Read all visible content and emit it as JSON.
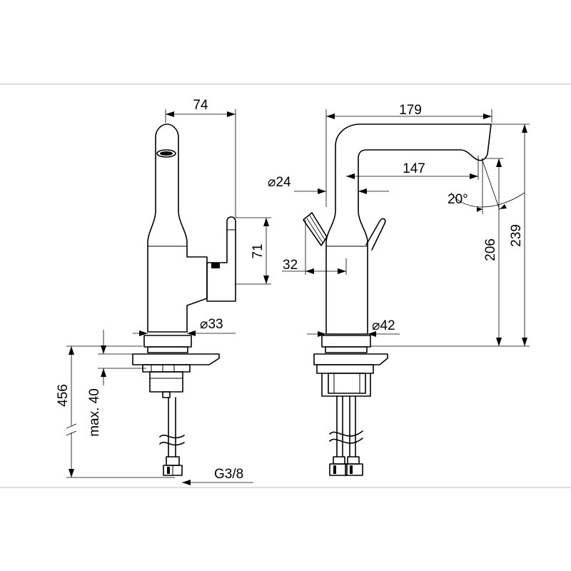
{
  "side_view": {
    "dimensions": {
      "width_top": "74",
      "lever_height": "71",
      "base_diameter": "⌀33",
      "total_length": "456",
      "max_thickness": "max. 40",
      "thread": "G3/8"
    }
  },
  "front_view": {
    "dimensions": {
      "reach": "179",
      "inner_reach": "147",
      "pipe_diameter": "⌀24",
      "angle": "20°",
      "lever_offset": "32",
      "spout_height": "206",
      "total_height": "239",
      "base_diameter": "⌀42"
    }
  }
}
